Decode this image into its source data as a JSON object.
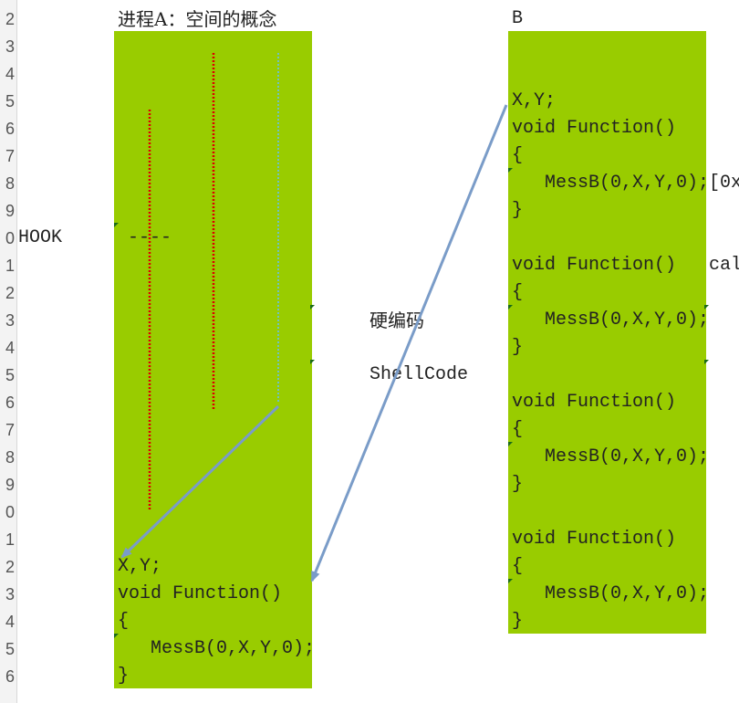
{
  "row_numbers": [
    "2",
    "3",
    "4",
    "5",
    "6",
    "7",
    "8",
    "9",
    "0",
    "1",
    "2",
    "3",
    "4",
    "5",
    "6",
    "7",
    "8",
    "9",
    "0",
    "1",
    "2",
    "3",
    "4",
    "5",
    "6"
  ],
  "process_a": {
    "title": "进程A：空间的概念",
    "code": [
      "X,Y;",
      "void Function()",
      "{",
      "   MessB(0,X,Y,0);",
      "}"
    ]
  },
  "process_b": {
    "title": "B",
    "functions": [
      [
        "X,Y;",
        "void Function()",
        "{",
        "   MessB(0,X,Y,0);[0x",
        "}"
      ],
      [
        "void Function()   cal",
        "{",
        "   MessB(0,X,Y,0);",
        "}"
      ],
      [
        "void Function()",
        "{",
        "   MessB(0,X,Y,0);",
        "}"
      ],
      [
        "void Function()",
        "{",
        "   MessB(0,X,Y,0);",
        "}"
      ]
    ]
  },
  "labels": {
    "hook": "HOOK",
    "dashes": "----",
    "hardcode": "硬编码",
    "shellcode": "ShellCode"
  },
  "colors": {
    "block_fill": "#99cc00",
    "arrow": "#7a9cc8",
    "red_dotted": "#dd0000",
    "cyan_dotted": "#6fc2c2"
  }
}
